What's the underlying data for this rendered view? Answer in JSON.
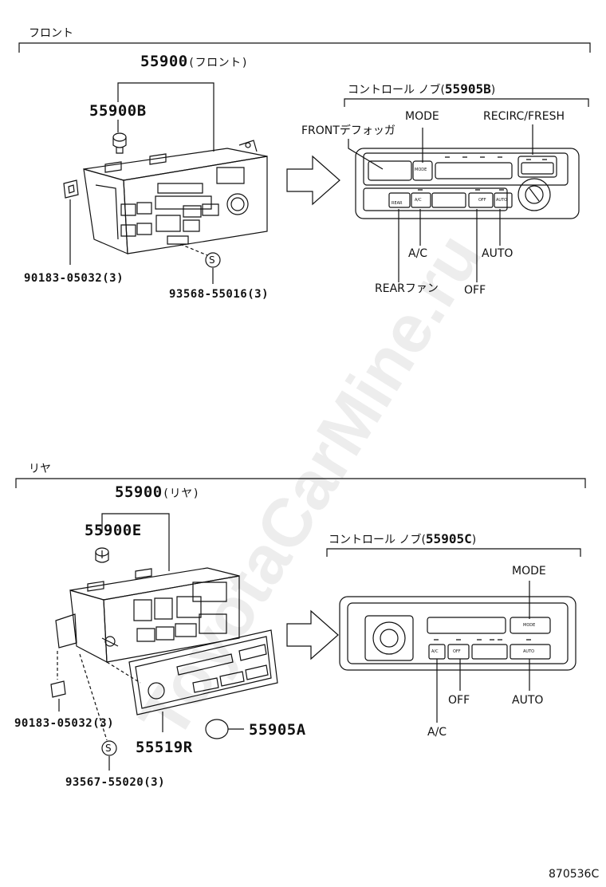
{
  "front": {
    "section_label": "フロント",
    "assembly_pn": "55900",
    "assembly_suffix": "(フロント)",
    "pn_knob_b": "55900B",
    "pn_clip": "90183-05032(3)",
    "pn_screw": "93568-55016(3)",
    "screw_symbol": "S",
    "knob_group_label": "コントロール ノブ(",
    "knob_group_pn": "55905B",
    "knob_group_close": ")",
    "callouts": {
      "defogger": "FRONTデフォッガ",
      "mode": "MODE",
      "recirc": "RECIRC/FRESH",
      "ac": "A/C",
      "auto": "AUTO",
      "rear_fan": "REARファン",
      "off": "OFF"
    },
    "button_text": {
      "mode": "MODE",
      "ac": "A/C",
      "off": "OFF",
      "auto": "AUTO",
      "rear": "REAR"
    }
  },
  "rear": {
    "section_label": "リヤ",
    "assembly_pn": "55900",
    "assembly_suffix": "(リヤ)",
    "pn_knob_e": "55900E",
    "pn_clip": "90183-05032(3)",
    "pn_screw": "93567-55020(3)",
    "pn_panel": "55519R",
    "pn_knob_a": "55905A",
    "screw_symbol": "S",
    "knob_group_label": "コントロール ノブ(",
    "knob_group_pn": "55905C",
    "knob_group_close": ")",
    "callouts": {
      "mode": "MODE",
      "off": "OFF",
      "auto": "AUTO",
      "ac": "A/C"
    },
    "button_text": {
      "mode": "MODE",
      "ac": "A/C",
      "off": "OFF",
      "auto": "AUTO"
    }
  },
  "watermark": "ToyotaCarMine.ru",
  "drawing_code": "870536C"
}
